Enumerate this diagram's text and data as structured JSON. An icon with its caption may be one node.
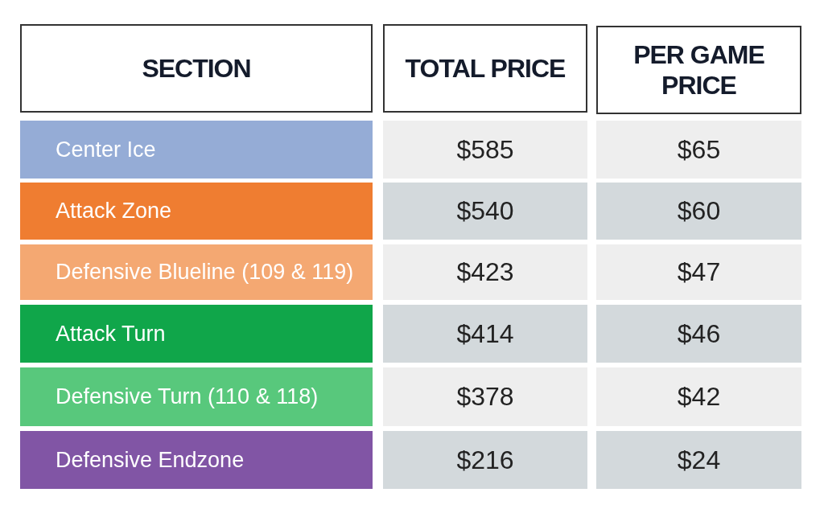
{
  "diagram": {
    "labels": [
      "SECTION",
      "TOTAL PRICE",
      "PER GAME PRICE",
      "Center Ice",
      "$585",
      "$65",
      "Attack Zone",
      "$540",
      "$60",
      "Defensive Blueline (109 & 119)",
      "$423",
      "$47",
      "Attack Turn",
      "$414",
      "$46",
      "Defensive Turn (110 & 118)",
      "$378",
      "$42",
      "Defensive Endzone",
      "$216",
      "$24"
    ]
  }
}
